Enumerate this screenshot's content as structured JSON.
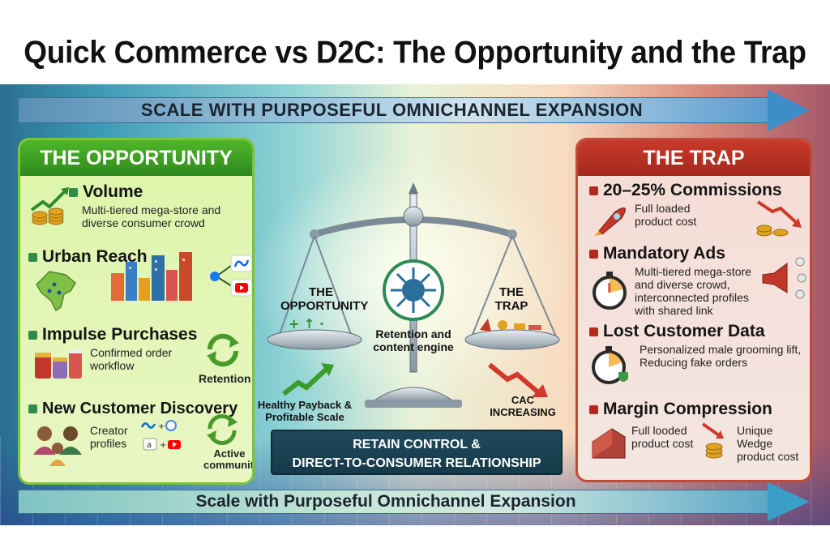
{
  "title": "Quick Commerce vs D2C: The Opportunity and the Trap",
  "top_arrow": "SCALE WITH PURPOSEFUL OMNICHANNEL EXPANSION",
  "bottom_arrow": "Scale with Purposeful Omnichannel Expansion",
  "opportunity": {
    "header": "THE OPPORTUNITY",
    "items": [
      {
        "title": "Volume",
        "desc": "Multi-tiered mega-store and diverse consumer crowd"
      },
      {
        "title": "Urban Reach",
        "desc": ""
      },
      {
        "title": "Impulse Purchases",
        "desc": "Confirmed order workflow",
        "tag": "Retention"
      },
      {
        "title": "New Customer Discovery",
        "desc": "Creator profiles",
        "tag": "Active community"
      }
    ]
  },
  "trap": {
    "header": "THE TRAP",
    "items": [
      {
        "title": "20–25% Commissions",
        "desc": "Full loaded product cost"
      },
      {
        "title": "Mandatory Ads",
        "desc": "Multi-tiered mega-store and diverse crowd, interconnected profiles with shared link"
      },
      {
        "title": "Lost Customer Data",
        "desc": "Personalized male grooming lift, Reducing fake orders"
      },
      {
        "title": "Margin Compression",
        "desc_left": "Full looded product cost",
        "desc_right": "Unique Wedge product cost"
      }
    ]
  },
  "center": {
    "left_pan": "THE OPPORTUNITY",
    "right_pan": "THE TRAP",
    "engine": "Retention and content engine",
    "healthy": "Healthy Payback & Profitable Scale",
    "cac": "CAC INCREASING",
    "banner_line1": "RETAIN CONTROL &",
    "banner_line2": "DIRECT-TO-CONSUMER RELATIONSHIP"
  },
  "colors": {
    "opp_green": "#2f8a1c",
    "trap_red": "#a32a1c",
    "banner": "#1f4a5c"
  }
}
